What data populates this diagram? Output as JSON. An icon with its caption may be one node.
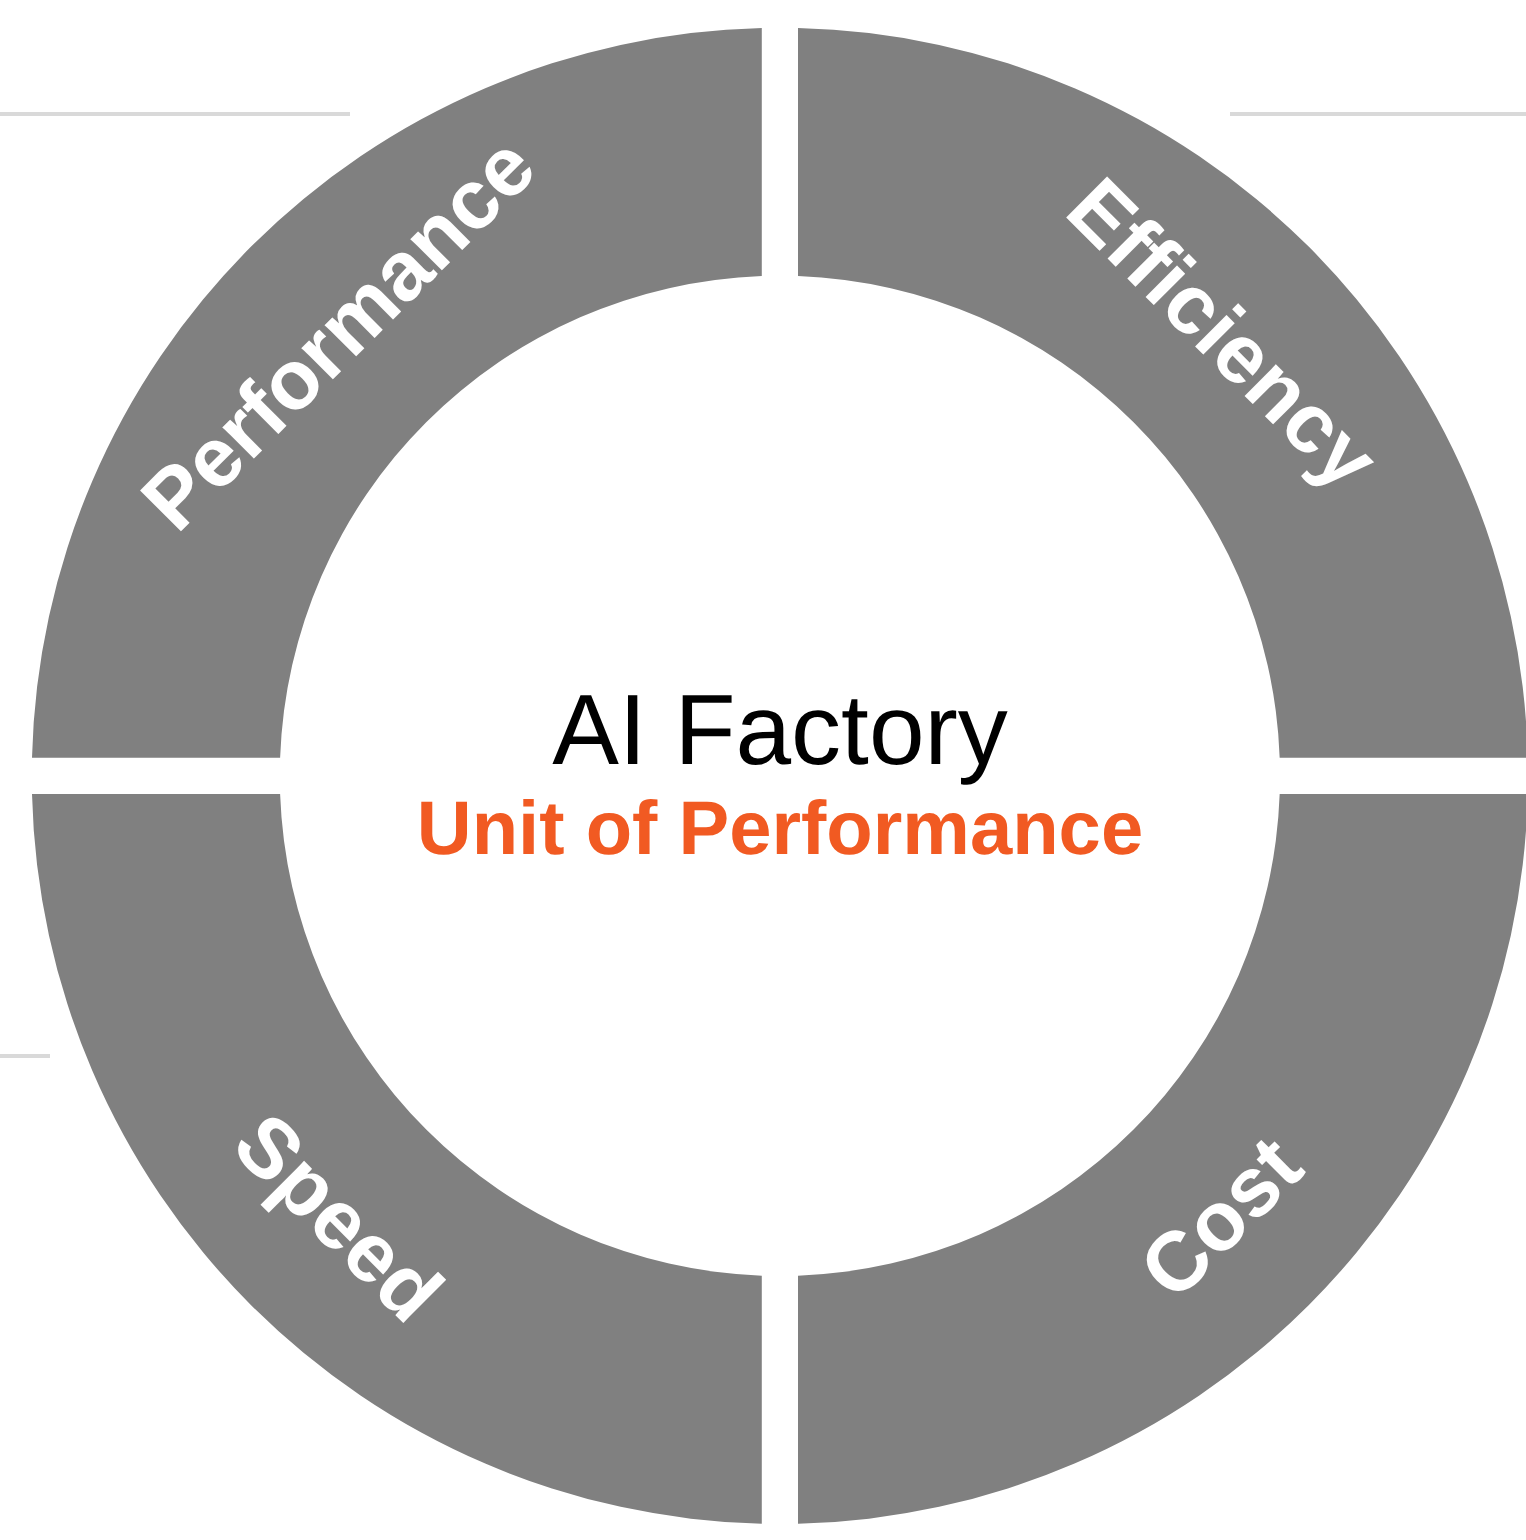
{
  "diagram": {
    "nodes": [
      {
        "text": [
          "Performance"
        ]
      },
      {
        "text": [
          "Efficiency"
        ]
      },
      {
        "text": [
          "AI Factory",
          "Unit of Performance"
        ]
      },
      {
        "text": [
          "Speed"
        ]
      },
      {
        "text": [
          "Cost"
        ]
      }
    ]
  }
}
